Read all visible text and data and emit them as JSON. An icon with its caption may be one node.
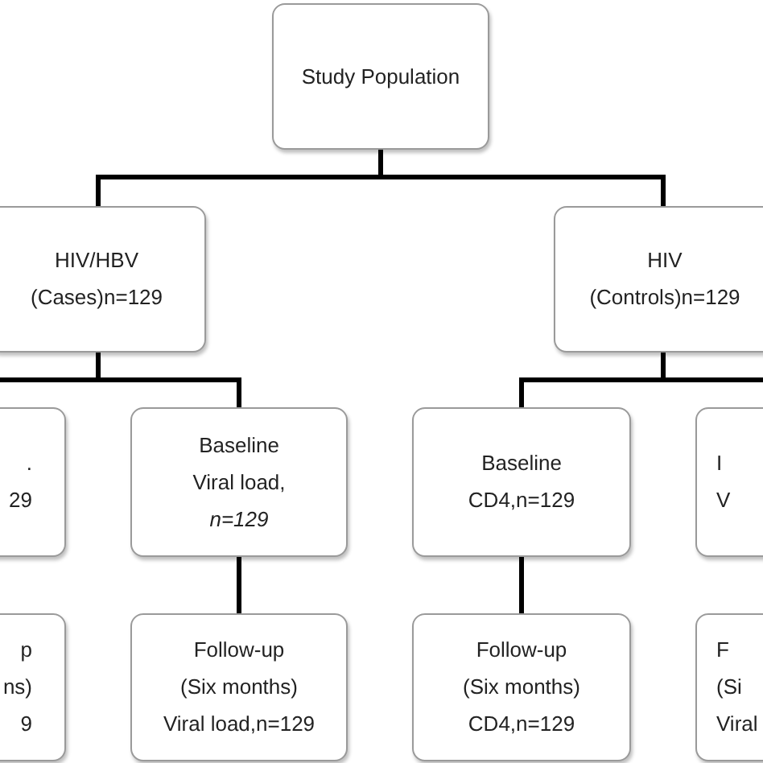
{
  "diagram": {
    "nodes": [
      {
        "text": [
          "Study Population"
        ]
      },
      {
        "text": [
          "HIV/HBV",
          "(Cases)n=129"
        ]
      },
      {
        "text": [
          "HIV",
          "(Controls)n=129"
        ]
      },
      {
        "text": [
          ".",
          "29"
        ]
      },
      {
        "text": [
          "Baseline",
          "Viral load,",
          "*n=129*"
        ]
      },
      {
        "text": [
          "Baseline",
          "CD4,n=129"
        ]
      },
      {
        "text": [
          "I",
          "V"
        ]
      },
      {
        "text": [
          "p",
          "ns)",
          "9"
        ]
      },
      {
        "text": [
          "Follow-up",
          "(Six months)",
          "Viral load,n=129"
        ]
      },
      {
        "text": [
          "Follow-up",
          "(Six months)",
          "CD4,n=129"
        ]
      },
      {
        "text": [
          "F",
          "(Si",
          "Viral"
        ]
      }
    ],
    "edges": [
      {
        "from": 0,
        "to": 1,
        "arrow": "none"
      },
      {
        "from": 0,
        "to": 2,
        "arrow": "none"
      },
      {
        "from": 1,
        "to": 3,
        "arrow": "none"
      },
      {
        "from": 1,
        "to": 4,
        "arrow": "none"
      },
      {
        "from": 2,
        "to": 5,
        "arrow": "none"
      },
      {
        "from": 2,
        "to": 6,
        "arrow": "none"
      },
      {
        "from": 4,
        "to": 8,
        "arrow": "none"
      },
      {
        "from": 5,
        "to": 9,
        "arrow": "none"
      }
    ]
  }
}
